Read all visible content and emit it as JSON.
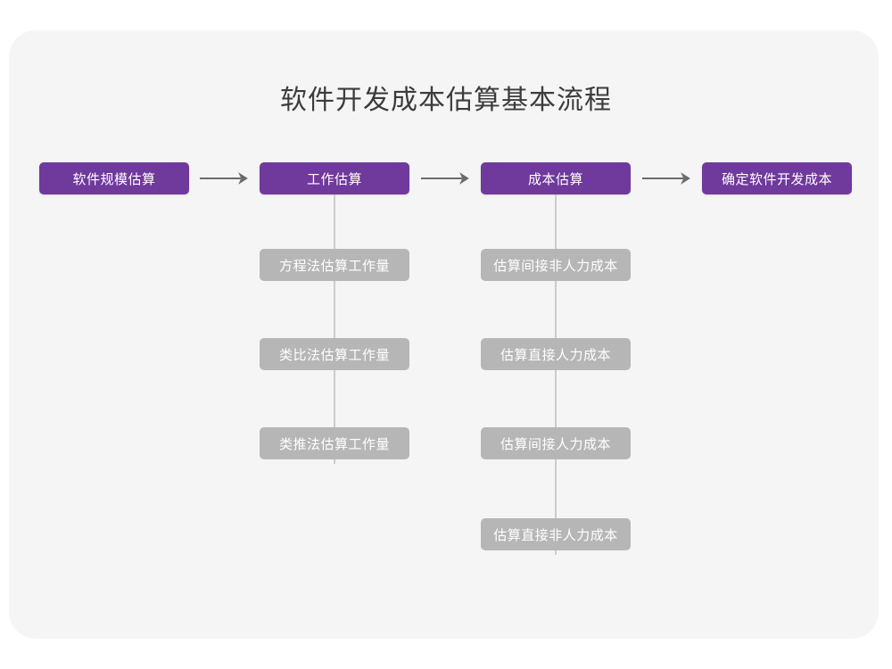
{
  "page": {
    "background_color": "#ffffff",
    "card_color": "#f5f5f5"
  },
  "diagram": {
    "title": "软件开发成本估算基本流程",
    "type": "flowchart",
    "colors": {
      "primary_node": "#70399c",
      "sub_node": "#b6b6b6",
      "node_text": "#ffffff",
      "title_text": "#3c3c3c",
      "arrow": "#6b6b6b",
      "trunk_line": "#cccccc"
    },
    "main_flow": [
      {
        "id": "step-1",
        "label": "软件规模估算"
      },
      {
        "id": "step-2",
        "label": "工作估算"
      },
      {
        "id": "step-3",
        "label": "成本估算"
      },
      {
        "id": "step-4",
        "label": "确定软件开发成本"
      }
    ],
    "connectors": [
      {
        "id": "arrow-1",
        "from": "step-1",
        "to": "step-2",
        "glyph": "arrow-right-icon"
      },
      {
        "id": "arrow-2",
        "from": "step-2",
        "to": "step-3",
        "glyph": "arrow-right-icon"
      },
      {
        "id": "arrow-3",
        "from": "step-3",
        "to": "step-4",
        "glyph": "arrow-right-icon"
      }
    ],
    "branches": [
      {
        "parent": "step-2",
        "parent_label": "工作估算",
        "items": [
          {
            "id": "work-1",
            "label": "方程法估算工作量"
          },
          {
            "id": "work-2",
            "label": "类比法估算工作量"
          },
          {
            "id": "work-3",
            "label": "类推法估算工作量"
          }
        ]
      },
      {
        "parent": "step-3",
        "parent_label": "成本估算",
        "items": [
          {
            "id": "cost-1",
            "label": "估算间接非人力成本"
          },
          {
            "id": "cost-2",
            "label": "估算直接人力成本"
          },
          {
            "id": "cost-3",
            "label": "估算间接人力成本"
          },
          {
            "id": "cost-4",
            "label": "估算直接非人力成本"
          }
        ]
      }
    ]
  }
}
